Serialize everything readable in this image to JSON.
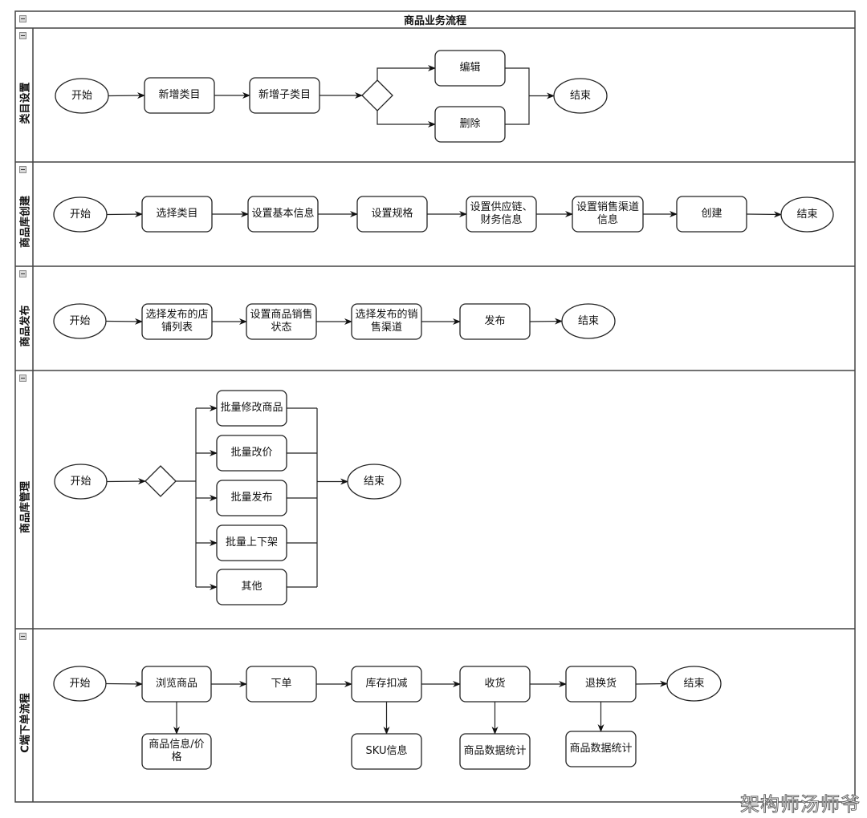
{
  "diagram": {
    "title": "商品业务流程",
    "watermark": "架构师汤师爷",
    "colors": {
      "stroke": "#222222",
      "fill": "#ffffff",
      "frame": "#444444",
      "text": "#111111"
    },
    "lanes": [
      {
        "id": "category",
        "label": "类目设置",
        "nodes": [
          {
            "id": "c_start",
            "type": "ellipse",
            "label": "开始"
          },
          {
            "id": "c_add",
            "type": "box",
            "label": "新增类目"
          },
          {
            "id": "c_addsub",
            "type": "box",
            "label": "新增子类目"
          },
          {
            "id": "c_dec",
            "type": "diamond",
            "label": ""
          },
          {
            "id": "c_edit",
            "type": "box",
            "label": "编辑"
          },
          {
            "id": "c_del",
            "type": "box",
            "label": "删除"
          },
          {
            "id": "c_end",
            "type": "ellipse",
            "label": "结束"
          }
        ],
        "edges": [
          [
            "c_start",
            "c_add"
          ],
          [
            "c_add",
            "c_addsub"
          ],
          [
            "c_addsub",
            "c_dec"
          ],
          [
            "c_dec",
            "c_edit"
          ],
          [
            "c_dec",
            "c_del"
          ],
          [
            "c_edit",
            "c_end"
          ],
          [
            "c_del",
            "c_end"
          ]
        ]
      },
      {
        "id": "library_create",
        "label": "商品库创建",
        "nodes": [
          {
            "id": "l_start",
            "type": "ellipse",
            "label": "开始"
          },
          {
            "id": "l_cat",
            "type": "box",
            "label": "选择类目"
          },
          {
            "id": "l_basic",
            "type": "box",
            "label": "设置基本信息"
          },
          {
            "id": "l_spec",
            "type": "box",
            "label": "设置规格"
          },
          {
            "id": "l_supply",
            "type": "box",
            "label": "设置供应链、\n财务信息"
          },
          {
            "id": "l_channel",
            "type": "box",
            "label": "设置销售渠道\n信息"
          },
          {
            "id": "l_create",
            "type": "box",
            "label": "创建"
          },
          {
            "id": "l_end",
            "type": "ellipse",
            "label": "结束"
          }
        ],
        "edges": [
          [
            "l_start",
            "l_cat"
          ],
          [
            "l_cat",
            "l_basic"
          ],
          [
            "l_basic",
            "l_spec"
          ],
          [
            "l_spec",
            "l_supply"
          ],
          [
            "l_supply",
            "l_channel"
          ],
          [
            "l_channel",
            "l_create"
          ],
          [
            "l_create",
            "l_end"
          ]
        ]
      },
      {
        "id": "publish",
        "label": "商品发布",
        "nodes": [
          {
            "id": "p_start",
            "type": "ellipse",
            "label": "开始"
          },
          {
            "id": "p_store",
            "type": "box",
            "label": "选择发布的店\n铺列表"
          },
          {
            "id": "p_status",
            "type": "box",
            "label": "设置商品销售\n状态"
          },
          {
            "id": "p_channel",
            "type": "box",
            "label": "选择发布的销\n售渠道"
          },
          {
            "id": "p_pub",
            "type": "box",
            "label": "发布"
          },
          {
            "id": "p_end",
            "type": "ellipse",
            "label": "结束"
          }
        ],
        "edges": [
          [
            "p_start",
            "p_store"
          ],
          [
            "p_store",
            "p_status"
          ],
          [
            "p_status",
            "p_channel"
          ],
          [
            "p_channel",
            "p_pub"
          ],
          [
            "p_pub",
            "p_end"
          ]
        ]
      },
      {
        "id": "library_manage",
        "label": "商品库管理",
        "nodes": [
          {
            "id": "m_start",
            "type": "ellipse",
            "label": "开始"
          },
          {
            "id": "m_dec",
            "type": "diamond",
            "label": ""
          },
          {
            "id": "m_edit",
            "type": "box",
            "label": "批量修改商品"
          },
          {
            "id": "m_price",
            "type": "box",
            "label": "批量改价"
          },
          {
            "id": "m_pub",
            "type": "box",
            "label": "批量发布"
          },
          {
            "id": "m_shelf",
            "type": "box",
            "label": "批量上下架"
          },
          {
            "id": "m_other",
            "type": "box",
            "label": "其他"
          },
          {
            "id": "m_end",
            "type": "ellipse",
            "label": "结束"
          }
        ],
        "edges": [
          [
            "m_start",
            "m_dec"
          ],
          [
            "m_dec",
            "m_edit"
          ],
          [
            "m_dec",
            "m_price"
          ],
          [
            "m_dec",
            "m_pub"
          ],
          [
            "m_dec",
            "m_shelf"
          ],
          [
            "m_dec",
            "m_other"
          ],
          [
            "m_edit",
            "m_end"
          ],
          [
            "m_price",
            "m_end"
          ],
          [
            "m_pub",
            "m_end"
          ],
          [
            "m_shelf",
            "m_end"
          ],
          [
            "m_other",
            "m_end"
          ]
        ]
      },
      {
        "id": "c_order",
        "label": "C端下单流程",
        "nodes": [
          {
            "id": "o_start",
            "type": "ellipse",
            "label": "开始"
          },
          {
            "id": "o_browse",
            "type": "box",
            "label": "浏览商品"
          },
          {
            "id": "o_order",
            "type": "box",
            "label": "下单"
          },
          {
            "id": "o_stock",
            "type": "box",
            "label": "库存扣减"
          },
          {
            "id": "o_recv",
            "type": "box",
            "label": "收货"
          },
          {
            "id": "o_return",
            "type": "box",
            "label": "退换货"
          },
          {
            "id": "o_end",
            "type": "ellipse",
            "label": "结束"
          },
          {
            "id": "o_info",
            "type": "box",
            "label": "商品信息/价格"
          },
          {
            "id": "o_sku",
            "type": "box",
            "label": "SKU信息"
          },
          {
            "id": "o_stat1",
            "type": "box",
            "label": "商品数据统计"
          },
          {
            "id": "o_stat2",
            "type": "box",
            "label": "商品数据统计"
          }
        ],
        "edges": [
          [
            "o_start",
            "o_browse"
          ],
          [
            "o_browse",
            "o_order"
          ],
          [
            "o_order",
            "o_stock"
          ],
          [
            "o_stock",
            "o_recv"
          ],
          [
            "o_recv",
            "o_return"
          ],
          [
            "o_return",
            "o_end"
          ],
          [
            "o_browse",
            "o_info"
          ],
          [
            "o_stock",
            "o_sku"
          ],
          [
            "o_recv",
            "o_stat1"
          ],
          [
            "o_return",
            "o_stat2"
          ]
        ]
      }
    ]
  }
}
